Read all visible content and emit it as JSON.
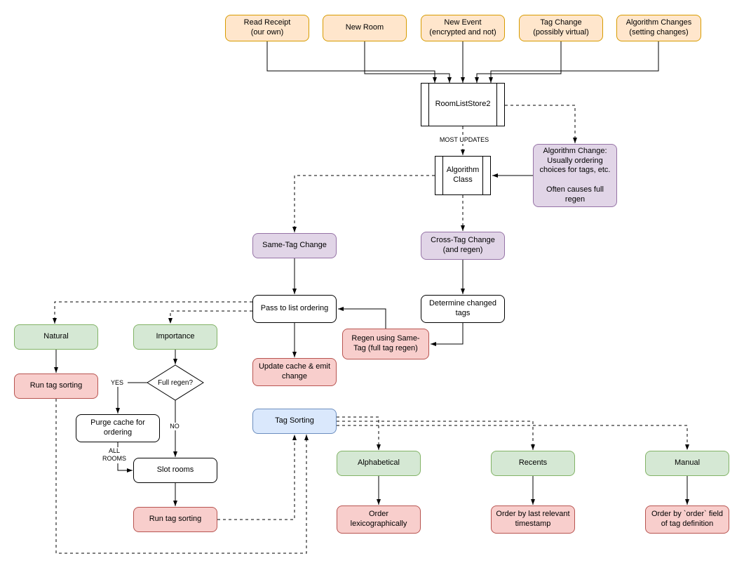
{
  "palette": {
    "source_fill": "#ffe6cc",
    "source_border": "#d79b00",
    "algorithm_fill": "#e1d5e7",
    "algorithm_border": "#9673a6",
    "ordering_fill": "#d5e8d4",
    "ordering_border": "#82b366",
    "action_fill": "#f8cecc",
    "action_border": "#b85450",
    "tag_sorting_fill": "#dae8fc",
    "tag_sorting_border": "#6c8ebf",
    "process_fill": "#ffffff",
    "process_border": "#000000"
  },
  "nodes": {
    "read_receipt": "Read Receipt\n(our own)",
    "new_room": "New Room",
    "new_event": "New Event\n(encrypted and not)",
    "tag_change": "Tag Change\n(possibly virtual)",
    "algorithm_changes": "Algorithm Changes\n(setting changes)",
    "room_list_store2": "RoomListStore2",
    "algorithm_class": "Algorithm\nClass",
    "algorithm_change_note": "Algorithm Change:\nUsually ordering\nchoices for tags, etc.\n\nOften causes full\nregen",
    "same_tag_change": "Same-Tag Change",
    "cross_tag_change": "Cross-Tag Change\n(and regen)",
    "pass_to_list_ordering": "Pass to list ordering",
    "determine_changed_tags": "Determine changed\ntags",
    "regen_using_same_tag": "Regen using Same-\nTag (full tag regen)",
    "update_cache_emit_change": "Update cache & emit\nchange",
    "natural": "Natural",
    "importance": "Importance",
    "run_tag_sorting_left": "Run tag sorting",
    "full_regen_question": "Full regen?",
    "purge_cache_for_ordering": "Purge cache for\nordering",
    "slot_rooms": "Slot rooms",
    "run_tag_sorting_bottom": "Run tag sorting",
    "tag_sorting": "Tag Sorting",
    "alphabetical": "Alphabetical",
    "recents": "Recents",
    "manual": "Manual",
    "order_lexicographically": "Order\nlexicographically",
    "order_by_last_relevant_timestamp": "Order by last relevant\ntimestamp",
    "order_by_order_field": "Order by `order` field\nof tag definition"
  },
  "edge_labels": {
    "most_updates": "MOST UPDATES",
    "yes": "YES",
    "no": "NO",
    "all_rooms": "ALL\nROOMS"
  }
}
